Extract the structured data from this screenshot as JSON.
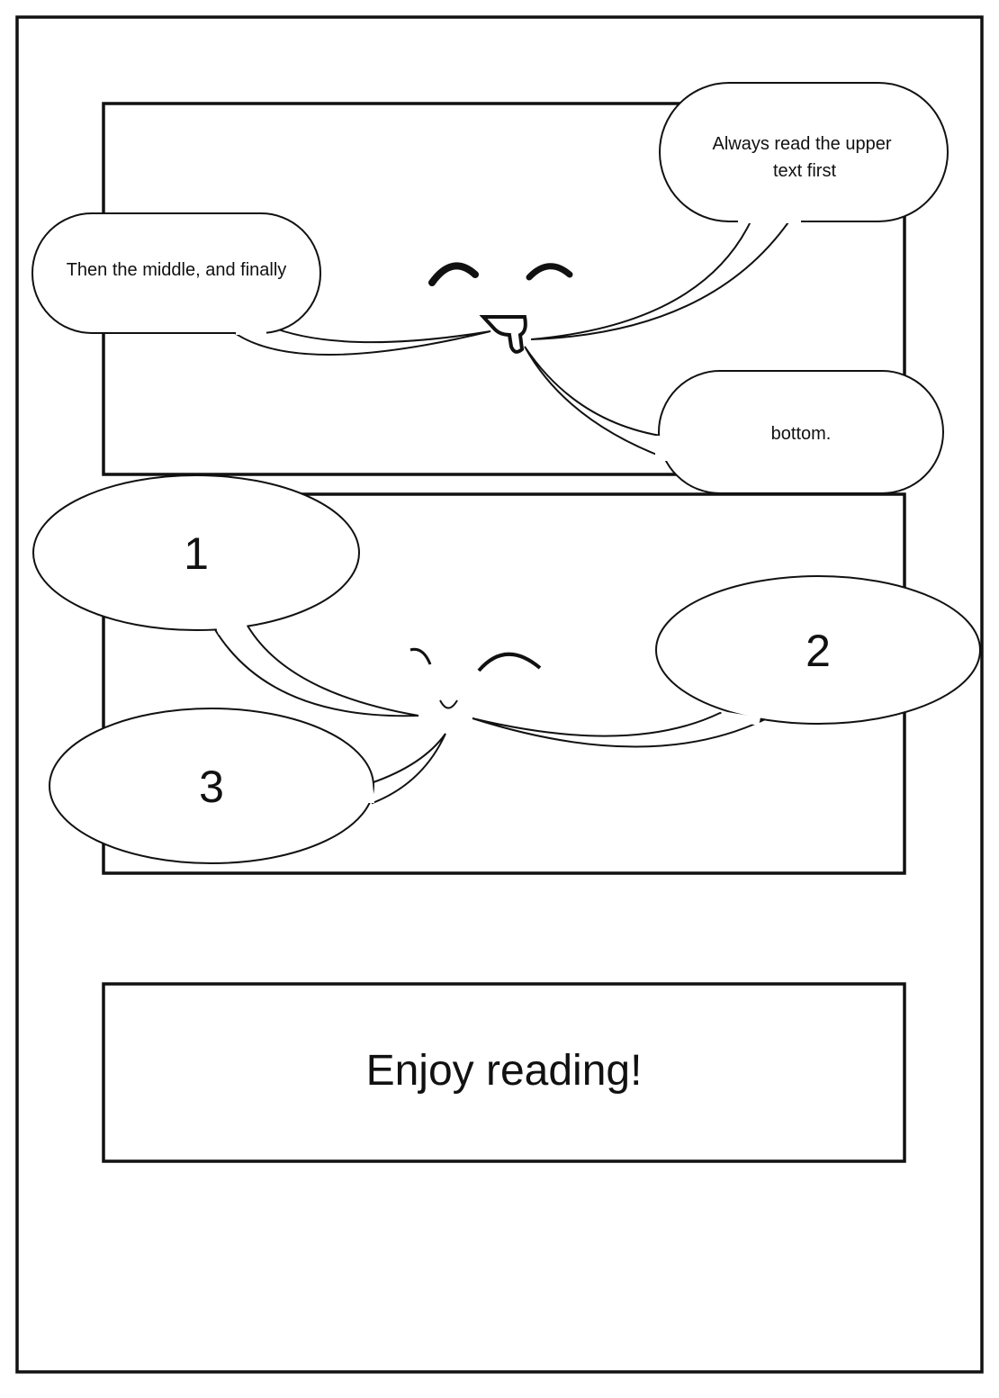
{
  "panel1": {
    "bubble_top_right": [
      "Always read the upper",
      "text first"
    ],
    "bubble_left": "Then the middle, and finally",
    "bubble_bottom_right": "bottom."
  },
  "panel2": {
    "bubble_1": "1",
    "bubble_2": "2",
    "bubble_3": "3"
  },
  "panel3": {
    "caption": "Enjoy reading!"
  }
}
